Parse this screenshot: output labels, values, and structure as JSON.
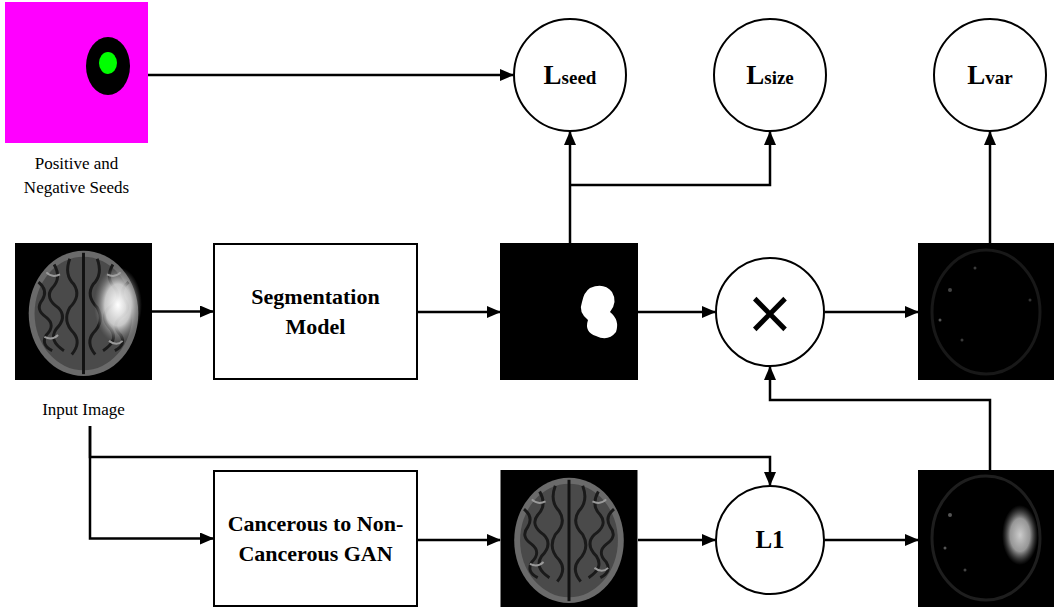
{
  "diagram": {
    "nodes": [
      {
        "text": [
          "Positive and Negative Seeds"
        ]
      },
      {
        "text": [
          "Lseed"
        ]
      },
      {
        "text": [
          "Lsize"
        ]
      },
      {
        "text": [
          "Lvar"
        ]
      },
      {
        "text": [
          "Input Image"
        ]
      },
      {
        "text": [
          "Segmentation Model"
        ]
      },
      {
        "text": [
          "×"
        ]
      },
      {
        "text": [
          "Cancerous to Non-Cancerous GAN"
        ]
      },
      {
        "text": [
          "L1"
        ]
      }
    ],
    "edges": [
      {
        "from": 0,
        "to": 1,
        "arrow": "to"
      },
      {
        "from": 4,
        "to": 5,
        "arrow": "to"
      },
      {
        "from": 4,
        "to": 7,
        "arrow": "to"
      },
      {
        "from": 4,
        "to": 8,
        "arrow": "to"
      }
    ]
  }
}
